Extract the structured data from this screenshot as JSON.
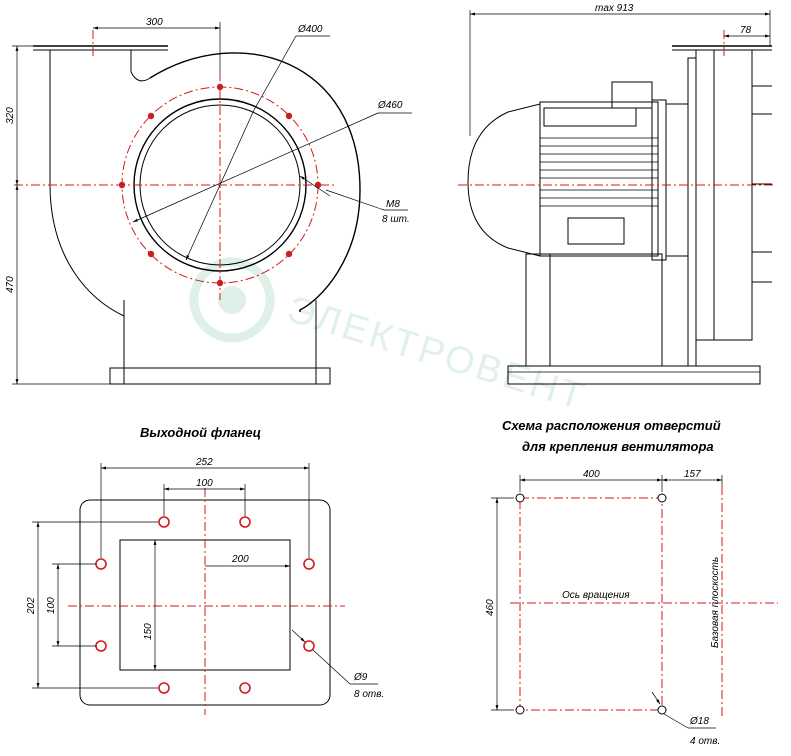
{
  "views": {
    "front": {
      "dim_width": "300",
      "dim_top_height": "320",
      "dim_bottom_height": "470",
      "dia_inner": "Ø400",
      "dia_bolt": "Ø460",
      "bolt_label": "M8",
      "bolt_count": "8 шт."
    },
    "side": {
      "dim_max": "max 913",
      "dim_flange": "78"
    },
    "flange": {
      "title": "Выходной фланец",
      "dim_outer_w": "252",
      "dim_top_span": "100",
      "dim_inner_w": "200",
      "dim_outer_h": "202",
      "dim_left_span": "100",
      "dim_inner_h": "150",
      "hole_dia": "Ø9",
      "hole_count": "8 отв."
    },
    "mount": {
      "title_line1": "Схема расположения отверстий",
      "title_line2": "для крепления вентилятора",
      "dim_w": "400",
      "dim_offset": "157",
      "dim_h": "460",
      "axis_label": "Ось вращения",
      "base_label": "Базовая плоскость",
      "hole_dia": "Ø18",
      "hole_count": "4 отв."
    }
  },
  "watermark": {
    "text": "ЭЛЕКТРОВЕНТ",
    "color": "#c9e6d9"
  }
}
